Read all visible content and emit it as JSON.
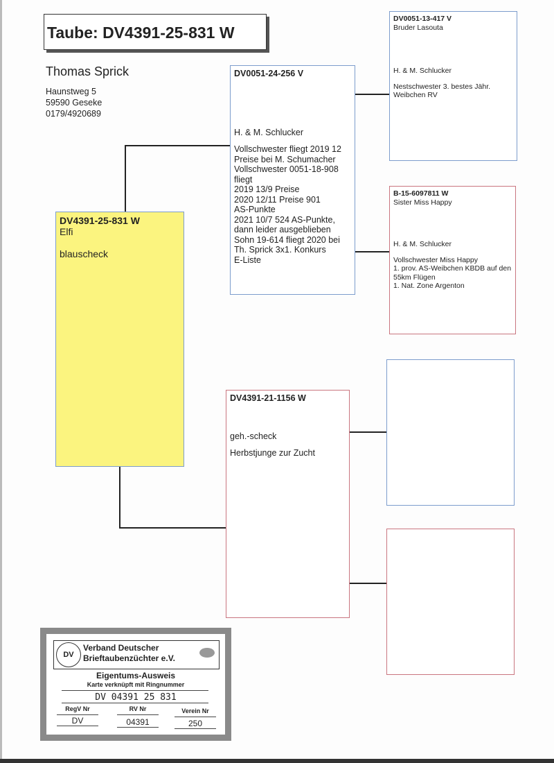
{
  "title": "Taube: DV4391-25-831 W",
  "owner": {
    "name": "Thomas Sprick",
    "street": "Haunstweg 5",
    "city": "59590 Geseke",
    "phone": "0179/4920689"
  },
  "subject": {
    "ring": "DV4391-25-831 W",
    "name": "Elfi",
    "color": "blauscheck"
  },
  "father": {
    "ring": "DV0051-24-256 V",
    "breeder": "H. & M. Schlucker",
    "notes": [
      "Vollschwester fliegt 2019 12",
      "Preise bei M. Schumacher",
      "Vollschwester 0051-18-908",
      "fliegt",
      "2019 13/9 Preise",
      "2020 12/11 Preise 901",
      "AS-Punkte",
      "2021 10/7 524 AS-Punkte,",
      "dann leider ausgeblieben",
      "Sohn 19-614 fliegt 2020 bei",
      "Th. Sprick 3x1. Konkurs",
      "E-Liste"
    ]
  },
  "mother": {
    "ring": "DV4391-21-1156 W",
    "color": "geh.-scheck",
    "notes": "Herbstjunge zur Zucht"
  },
  "paternal_grandfather": {
    "ring": "DV0051-13-417 V",
    "name": "Bruder Lasouta",
    "breeder": "H. & M. Schlucker",
    "notes": [
      "Nestschwester 3. bestes Jähr.",
      "Weibchen RV"
    ]
  },
  "paternal_grandmother": {
    "ring": "B-15-6097811 W",
    "name": "Sister Miss Happy",
    "breeder": "H. & M. Schlucker",
    "notes": [
      "Vollschwester Miss Happy",
      "1. prov. AS-Weibchen KBDB auf den",
      "55km Flügen",
      "1. Nat. Zone Argenton"
    ]
  },
  "card": {
    "org_line1": "Verband Deutscher",
    "org_line2": "Brieftaubenzüchter e.V.",
    "logo": "DV",
    "heading": "Eigentums-Ausweis",
    "subheading": "Karte verknüpft mit Ringnummer",
    "ring": "DV 04391 25 831",
    "labels": [
      "RegV Nr",
      "RV Nr",
      "Verein Nr"
    ],
    "values": [
      "DV",
      "04391",
      "250"
    ]
  }
}
